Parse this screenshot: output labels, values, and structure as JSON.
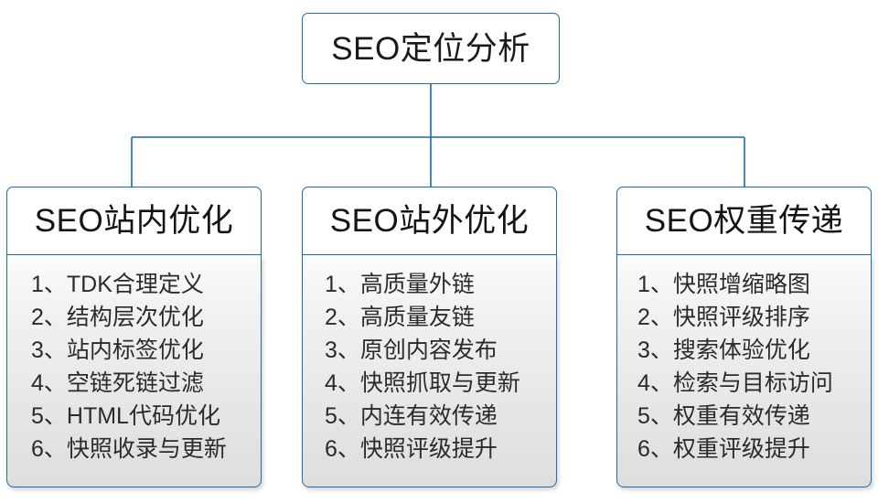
{
  "diagram": {
    "type": "org-chart",
    "root": {
      "label": "SEO定位分析"
    },
    "columns": [
      {
        "header": "SEO站内优化",
        "items": [
          "1、TDK合理定义",
          "2、结构层次优化",
          "3、站内标签优化",
          "4、空链死链过滤",
          "5、HTML代码优化",
          "6、快照收录与更新"
        ]
      },
      {
        "header": "SEO站外优化",
        "items": [
          "1、高质量外链",
          "2、高质量友链",
          "3、原创内容发布",
          "4、快照抓取与更新",
          "5、内连有效传递",
          "6、快照评级提升"
        ]
      },
      {
        "header": "SEO权重传递",
        "items": [
          "1、快照增缩略图",
          "2、快照评级排序",
          "3、搜索体验优化",
          "4、检索与目标访问",
          "5、权重有效传递",
          "6、权重评级提升"
        ]
      }
    ],
    "colors": {
      "border": "#1f6cb0",
      "connector": "#1569b8",
      "header_background": "#ffffff",
      "body_background": "#e8e8e8",
      "text": "#1a1a1a"
    }
  }
}
